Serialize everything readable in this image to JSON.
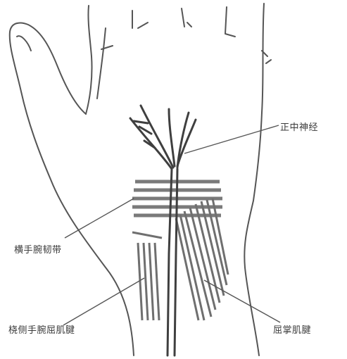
{
  "labels": {
    "median_nerve": "正中神经",
    "transverse_carpal_ligament": "横手腕韧带",
    "flexor_carpi_radialis_tendon": "桡侧手腕屈肌腱",
    "flexor_tendons": "屈掌肌腱"
  },
  "colors": {
    "line": "#555555",
    "hatch": "#7a7a7a",
    "background": "#ffffff"
  }
}
